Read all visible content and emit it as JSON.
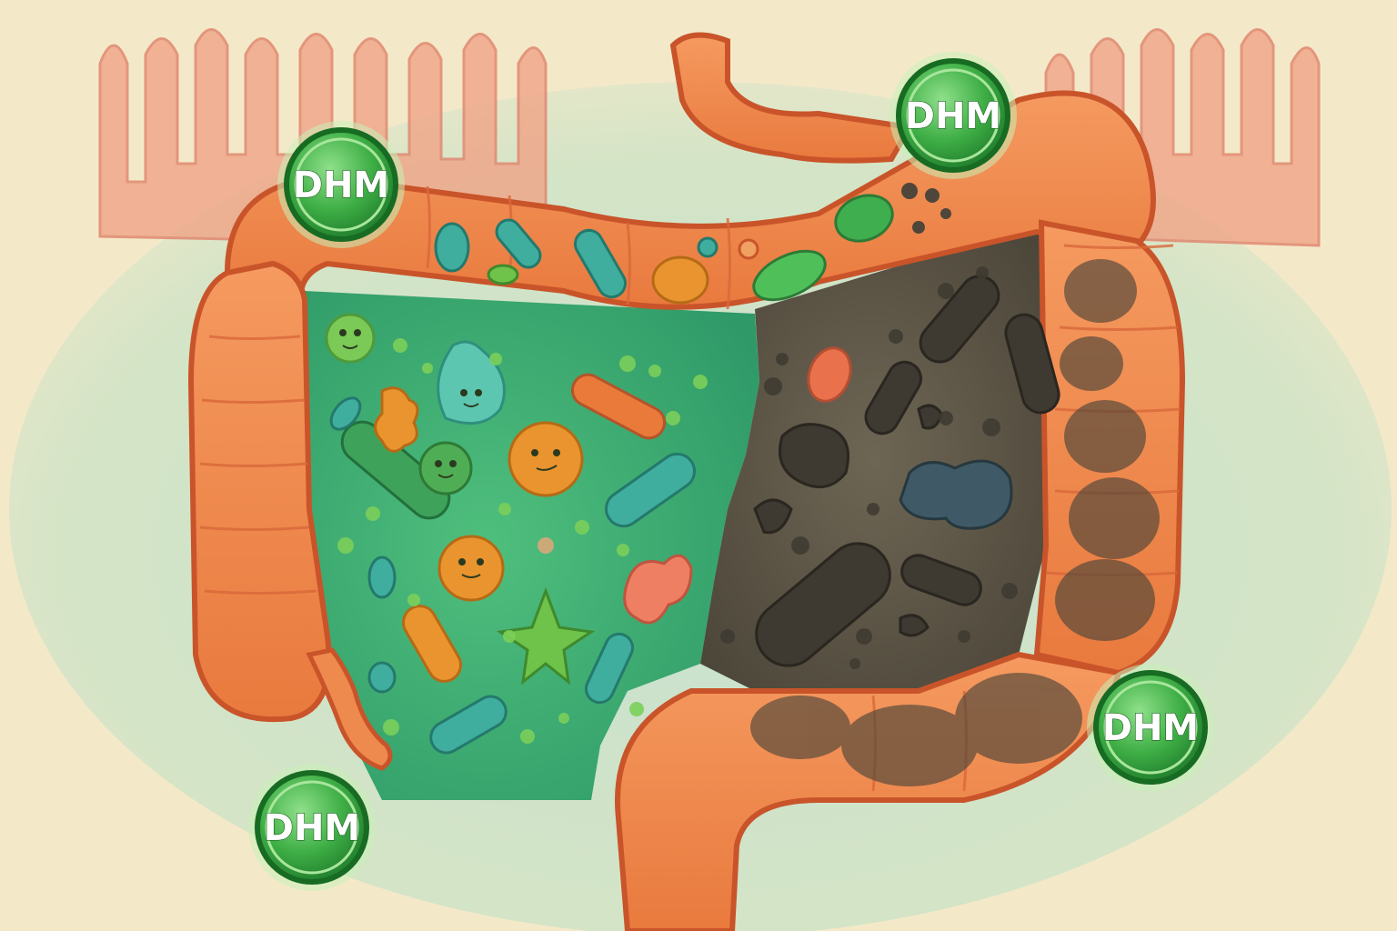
{
  "labels": {
    "dhm_top_left": "DHM",
    "dhm_top_right": "DHM",
    "dhm_bottom_left": "DHM",
    "dhm_bottom_right": "DHM"
  },
  "colors": {
    "background": "#f3e9c9",
    "intestine_orange": "#ef8a4e",
    "intestine_outline": "#c9542a",
    "healthy_lumen_green": "#3fae6e",
    "dysbiotic_lumen_dark": "#5b5446",
    "dhm_badge_green": "#2e9e3e"
  }
}
